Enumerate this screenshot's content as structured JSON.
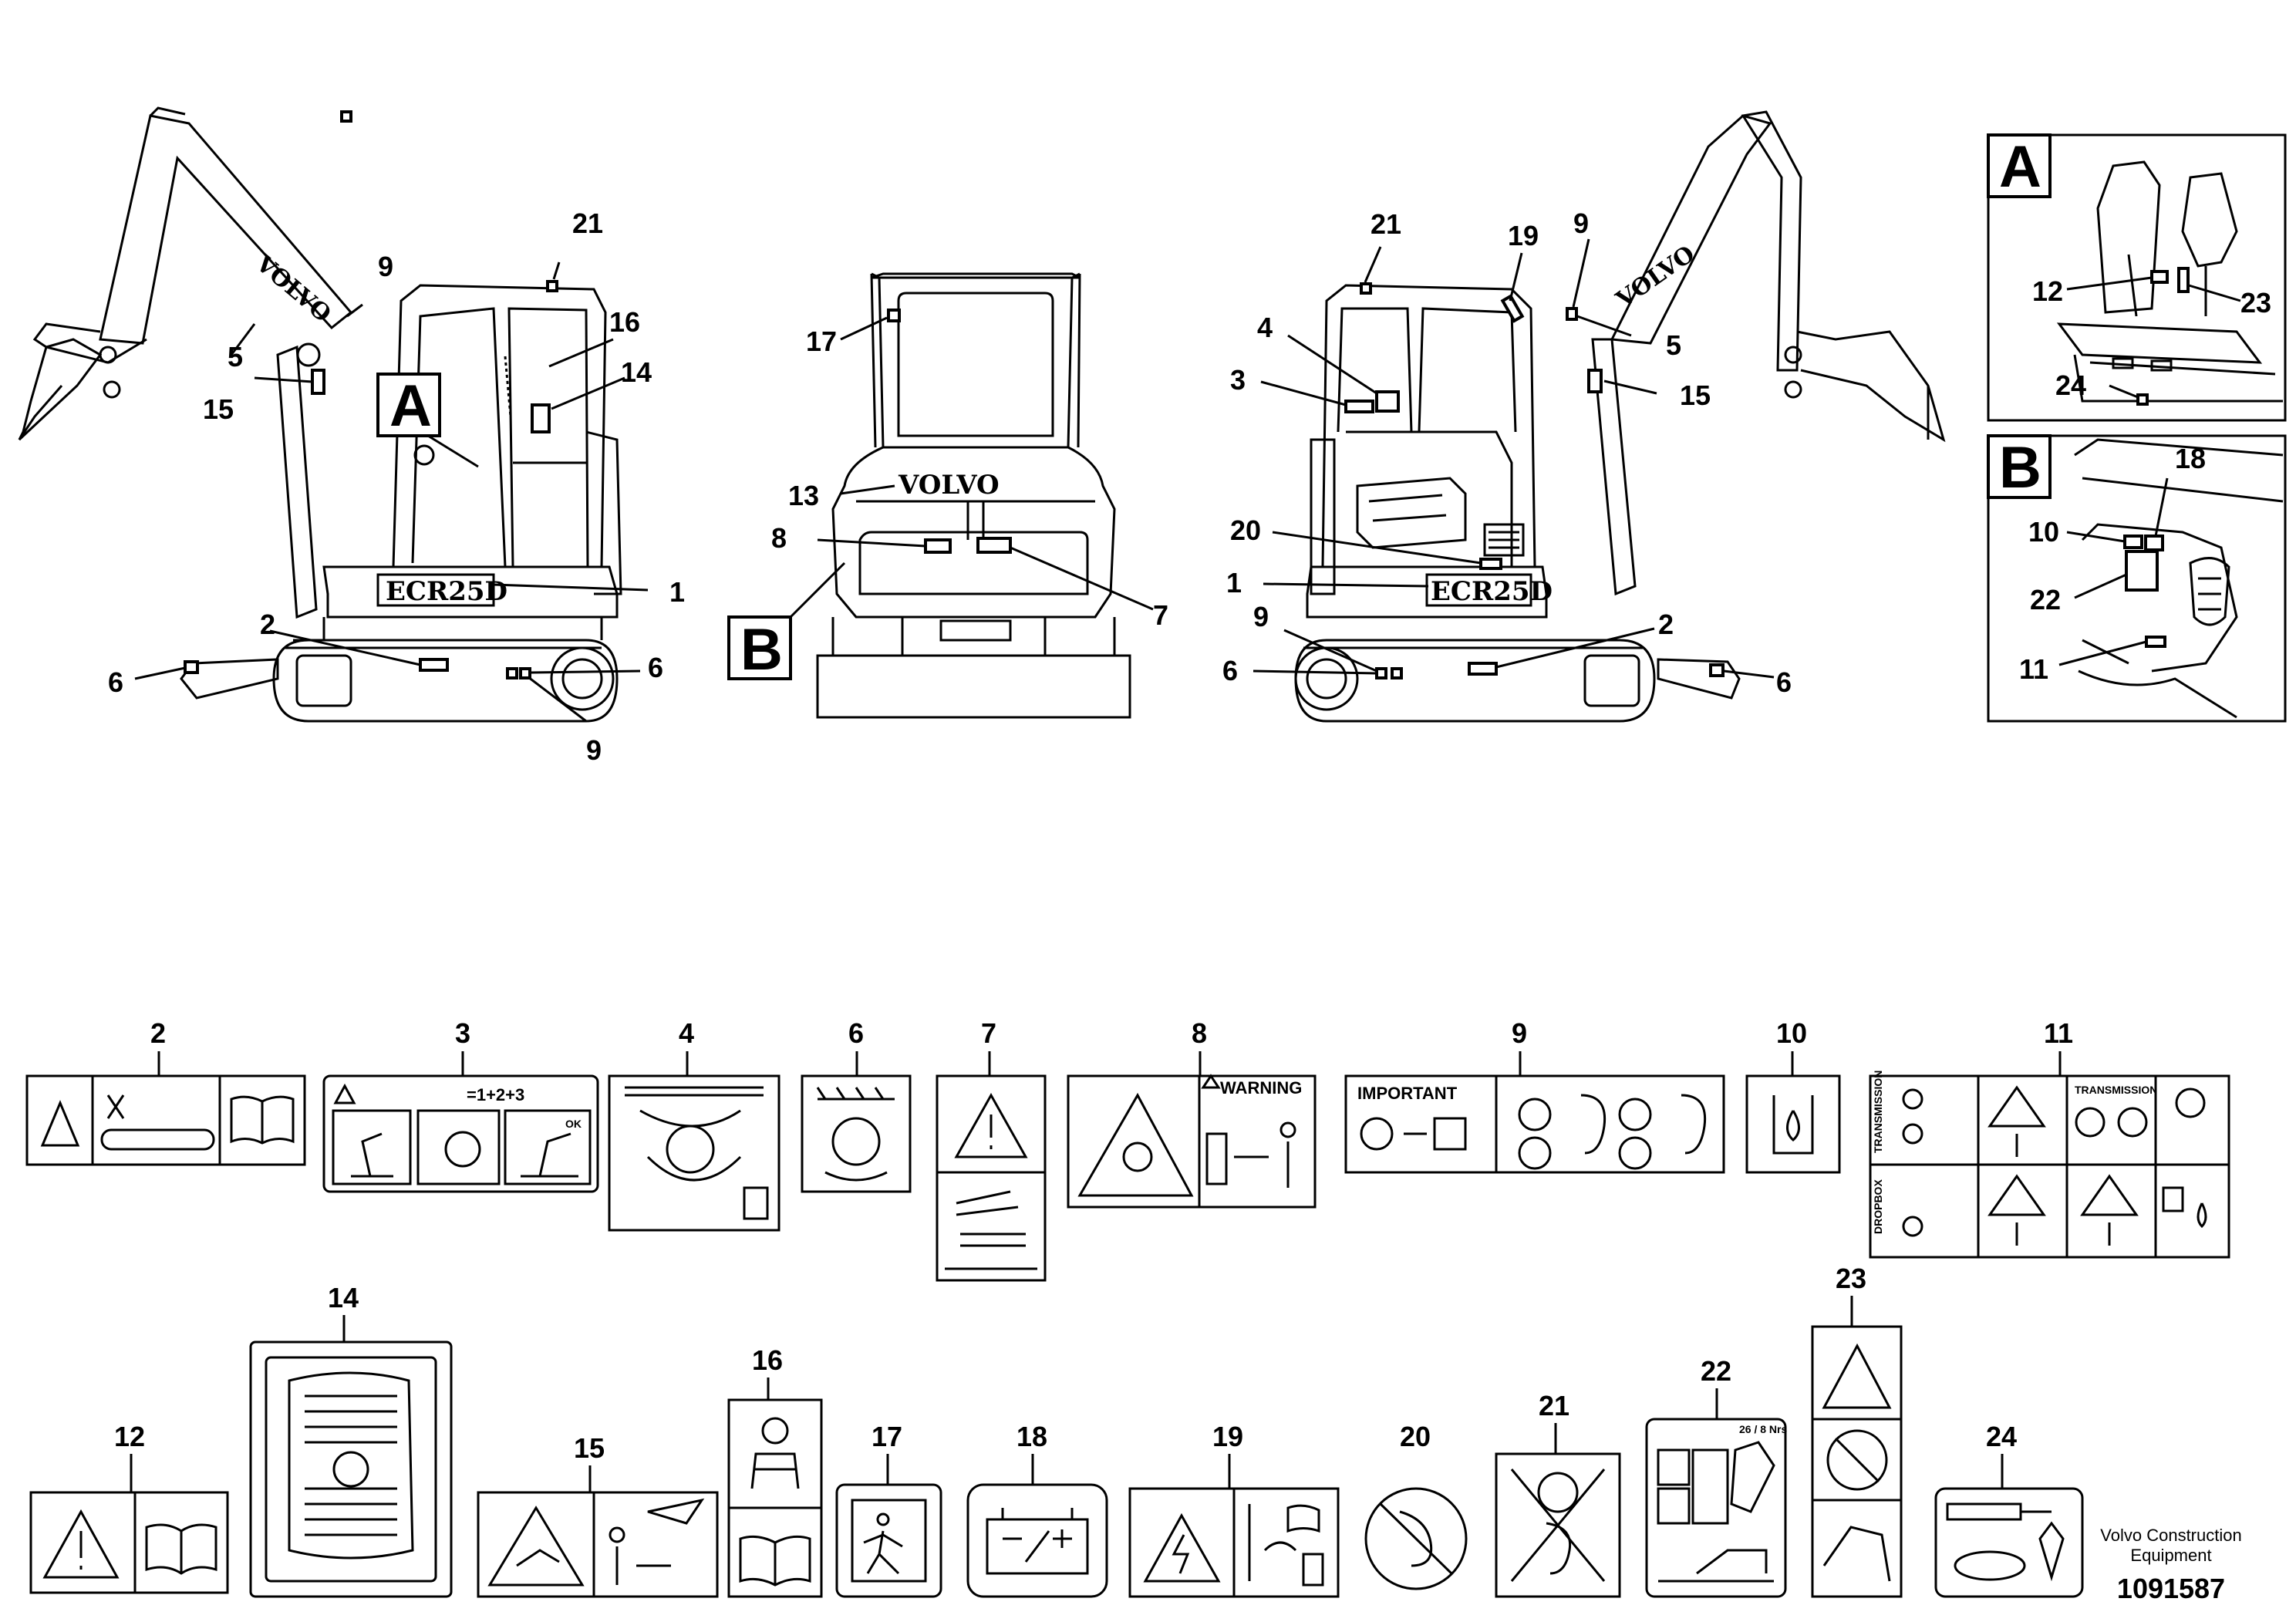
{
  "callouts": {
    "left_view": [
      "21",
      "9",
      "16",
      "14",
      "5",
      "15",
      "1",
      "2",
      "6",
      "6",
      "9"
    ],
    "rear_view": [
      "17",
      "13",
      "8",
      "7"
    ],
    "right_view": [
      "21",
      "19",
      "9",
      "4",
      "3",
      "5",
      "15",
      "20",
      "1",
      "9",
      "2",
      "6",
      "6"
    ],
    "detail_a": [
      "12",
      "23",
      "24"
    ],
    "detail_b": [
      "18",
      "10",
      "22",
      "11"
    ]
  },
  "detail_letters": {
    "a": "A",
    "b": "B"
  },
  "machine_text": {
    "brand": "VOLVO",
    "model": "ECR25D"
  },
  "decal_numbers": [
    "2",
    "3",
    "4",
    "6",
    "7",
    "8",
    "9",
    "10",
    "11",
    "12",
    "14",
    "15",
    "16",
    "17",
    "18",
    "19",
    "20",
    "21",
    "22",
    "23",
    "24"
  ],
  "decal_text": {
    "d3_formula": "=1+2+3",
    "d3_ok": "OK",
    "d8_warning": "WARNING",
    "d9_important": "IMPORTANT",
    "d11_transmission": "TRANSMISSION",
    "d11_transmission_side": "TRANSMISSION",
    "d11_dropbox": "DROPBOX",
    "d22_hours": "26 / 8 Nrs"
  },
  "footer": {
    "company_line1": "Volvo Construction",
    "company_line2": "Equipment",
    "doc_number": "1091587"
  }
}
